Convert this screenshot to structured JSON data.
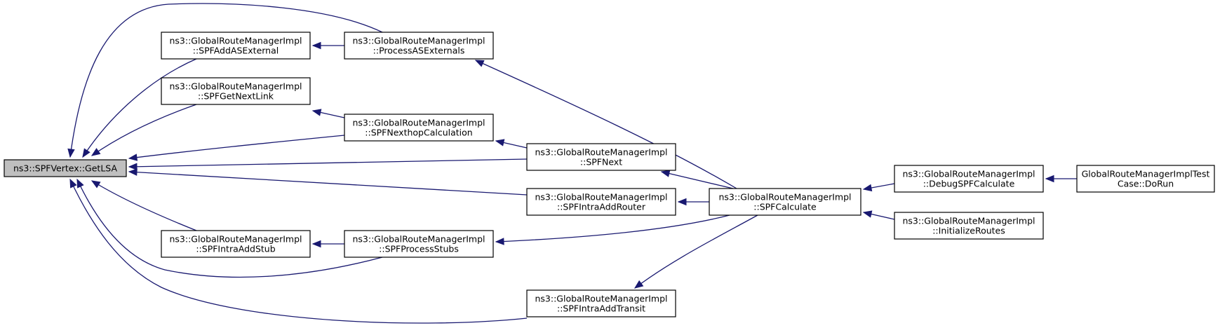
{
  "diagram": {
    "type": "call-graph",
    "root_node": "getlsa",
    "edge_color": "#191970",
    "root_fill": "#bfbfbf",
    "nodes": [
      {
        "id": "getlsa",
        "lines": [
          "ns3::SPFVertex::GetLSA"
        ]
      },
      {
        "id": "addasext",
        "lines": [
          "ns3::GlobalRouteManagerImpl",
          "::SPFAddASExternal"
        ]
      },
      {
        "id": "procasext",
        "lines": [
          "ns3::GlobalRouteManagerImpl",
          "::ProcessASExternals"
        ]
      },
      {
        "id": "getnextlink",
        "lines": [
          "ns3::GlobalRouteManagerImpl",
          "::SPFGetNextLink"
        ]
      },
      {
        "id": "nexthop",
        "lines": [
          "ns3::GlobalRouteManagerImpl",
          "::SPFNexthopCalculation"
        ]
      },
      {
        "id": "spfnext",
        "lines": [
          "ns3::GlobalRouteManagerImpl",
          "::SPFNext"
        ]
      },
      {
        "id": "addrouter",
        "lines": [
          "ns3::GlobalRouteManagerImpl",
          "::SPFIntraAddRouter"
        ]
      },
      {
        "id": "spfcalc",
        "lines": [
          "ns3::GlobalRouteManagerImpl",
          "::SPFCalculate"
        ]
      },
      {
        "id": "addstub",
        "lines": [
          "ns3::GlobalRouteManagerImpl",
          "::SPFIntraAddStub"
        ]
      },
      {
        "id": "procstubs",
        "lines": [
          "ns3::GlobalRouteManagerImpl",
          "::SPFProcessStubs"
        ]
      },
      {
        "id": "addtransit",
        "lines": [
          "ns3::GlobalRouteManagerImpl",
          "::SPFIntraAddTransit"
        ]
      },
      {
        "id": "debugcalc",
        "lines": [
          "ns3::GlobalRouteManagerImpl",
          "::DebugSPFCalculate"
        ]
      },
      {
        "id": "initroutes",
        "lines": [
          "ns3::GlobalRouteManagerImpl",
          "::InitializeRoutes"
        ]
      },
      {
        "id": "testdorun",
        "lines": [
          "GlobalRouteManagerImplTest",
          "Case::DoRun"
        ]
      }
    ],
    "edges": [
      {
        "from": "addasext",
        "to": "getlsa"
      },
      {
        "from": "procasext",
        "to": "getlsa"
      },
      {
        "from": "procasext",
        "to": "addasext"
      },
      {
        "from": "getnextlink",
        "to": "getlsa"
      },
      {
        "from": "nexthop",
        "to": "getlsa"
      },
      {
        "from": "nexthop",
        "to": "getnextlink"
      },
      {
        "from": "spfnext",
        "to": "getlsa"
      },
      {
        "from": "spfnext",
        "to": "nexthop"
      },
      {
        "from": "addrouter",
        "to": "getlsa"
      },
      {
        "from": "addstub",
        "to": "getlsa"
      },
      {
        "from": "procstubs",
        "to": "getlsa"
      },
      {
        "from": "procstubs",
        "to": "addstub"
      },
      {
        "from": "addtransit",
        "to": "getlsa"
      },
      {
        "from": "spfcalc",
        "to": "procasext"
      },
      {
        "from": "spfcalc",
        "to": "spfnext"
      },
      {
        "from": "spfcalc",
        "to": "addrouter"
      },
      {
        "from": "spfcalc",
        "to": "procstubs"
      },
      {
        "from": "spfcalc",
        "to": "addtransit"
      },
      {
        "from": "debugcalc",
        "to": "spfcalc"
      },
      {
        "from": "initroutes",
        "to": "spfcalc"
      },
      {
        "from": "testdorun",
        "to": "debugcalc"
      }
    ]
  }
}
